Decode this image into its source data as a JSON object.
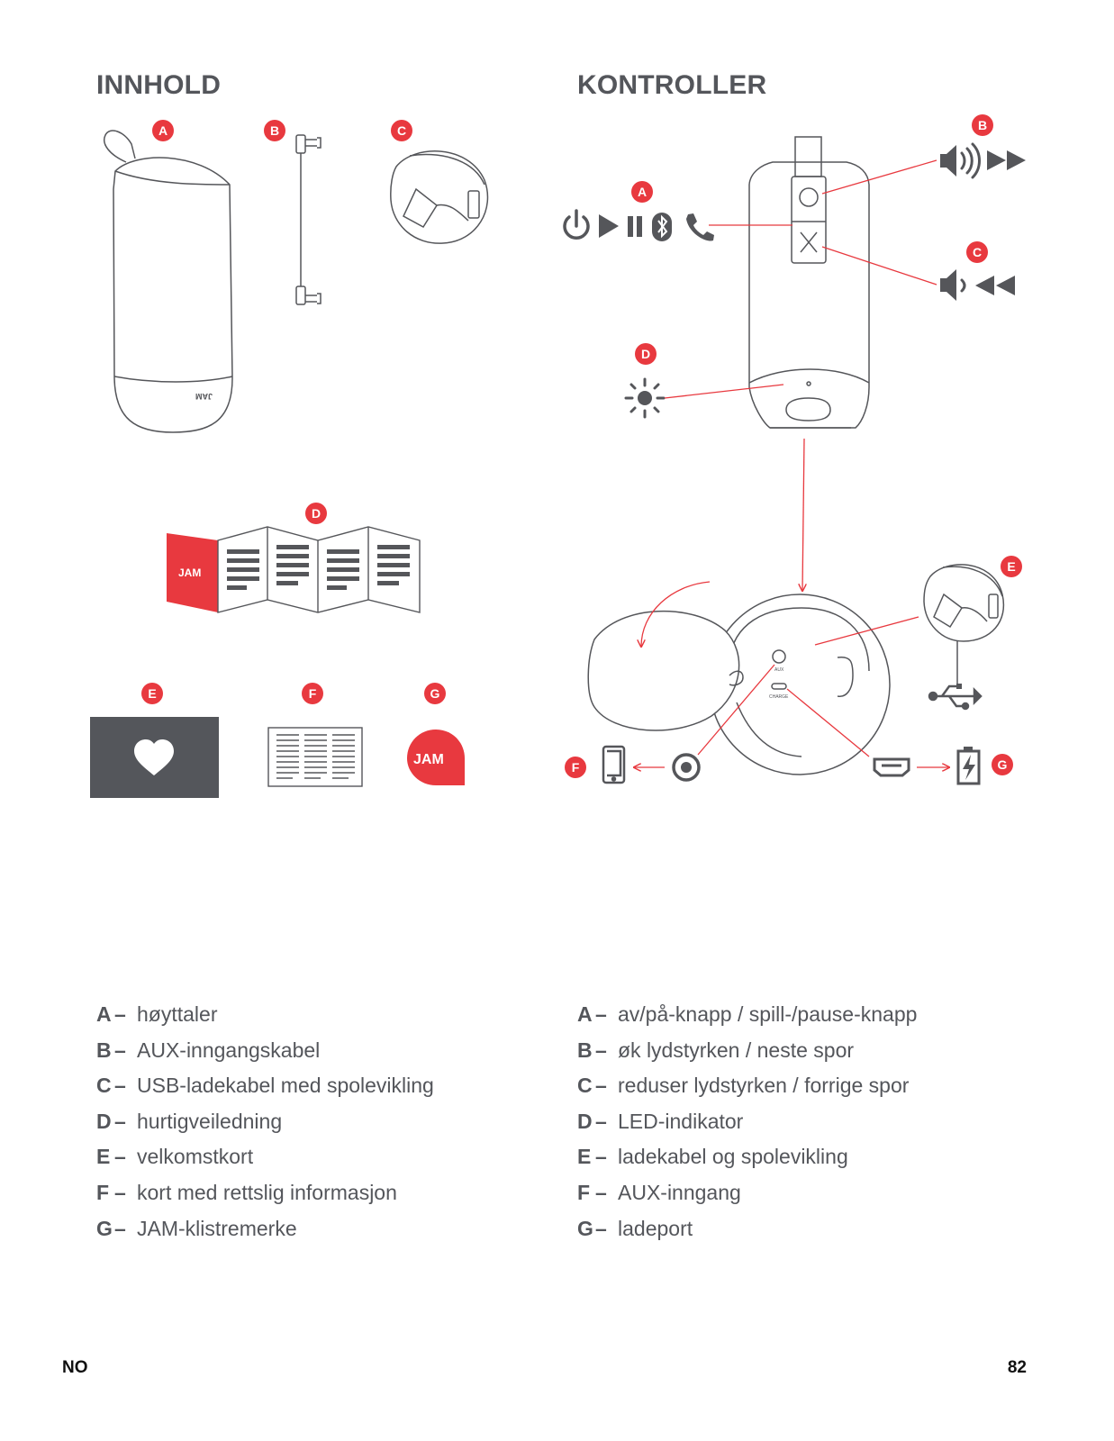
{
  "headings": {
    "contents": "INNHOLD",
    "controls": "KONTROLLER"
  },
  "badges": {
    "contents": [
      "A",
      "B",
      "C",
      "D",
      "E",
      "F",
      "G"
    ],
    "controls": [
      "A",
      "B",
      "C",
      "D",
      "E",
      "F",
      "G"
    ]
  },
  "illustration_text": {
    "brand_logo": "JAM",
    "port_aux": "AUX",
    "port_charge": "CHARGE"
  },
  "legend_contents": [
    {
      "key": "A",
      "text": "høyttaler"
    },
    {
      "key": "B",
      "text": "AUX-inngangskabel"
    },
    {
      "key": "C",
      "text": "USB-ladekabel med spolevikling"
    },
    {
      "key": "D",
      "text": "hurtigveiledning"
    },
    {
      "key": "E",
      "text": "velkomstkort"
    },
    {
      "key": "F",
      "text": "kort med rettslig informasjon"
    },
    {
      "key": "G",
      "text": "JAM-klistremerke"
    }
  ],
  "legend_controls": [
    {
      "key": "A",
      "text": "av/på-knapp / spill-/pause-knapp"
    },
    {
      "key": "B",
      "text": "øk lydstyrken / neste spor"
    },
    {
      "key": "C",
      "text": "reduser lydstyrken / forrige spor"
    },
    {
      "key": "D",
      "text": "LED-indikator"
    },
    {
      "key": "E",
      "text": "ladekabel og spolevikling"
    },
    {
      "key": "F",
      "text": "AUX-inngang"
    },
    {
      "key": "G",
      "text": "ladeport"
    }
  ],
  "legend_dash": "–",
  "footer": {
    "language": "NO",
    "page_number": "82"
  },
  "colors": {
    "accent_red": "#e8393f",
    "dark_gray": "#54565b",
    "line_gray": "#55565a"
  },
  "icons": [
    "power-icon",
    "play-icon",
    "pause-icon",
    "bluetooth-icon",
    "phone-icon",
    "volume-up-icon",
    "fast-forward-icon",
    "volume-down-icon",
    "rewind-icon",
    "light-icon",
    "usb-icon",
    "smartphone-icon",
    "aux-port-icon",
    "micro-usb-port-icon",
    "battery-charging-icon",
    "heart-icon"
  ]
}
